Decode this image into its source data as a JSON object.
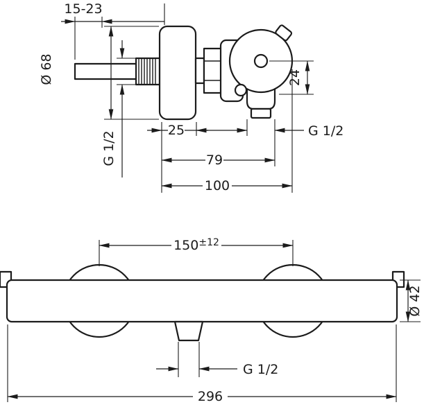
{
  "side_view": {
    "wall_distance": "15-23",
    "escutcheon_diameter": "Ø 68",
    "escutcheon_depth": "25",
    "outlet_offset": "24",
    "inlet_thread": "G 1/2",
    "outlet_thread": "G 1/2",
    "depth_to_outlet": "79",
    "total_depth": "100"
  },
  "front_view": {
    "connection_distance": "150",
    "connection_tolerance": "±12",
    "body_diameter": "Ø 42",
    "outlet_thread": "G 1/2",
    "overall_width": "296"
  }
}
